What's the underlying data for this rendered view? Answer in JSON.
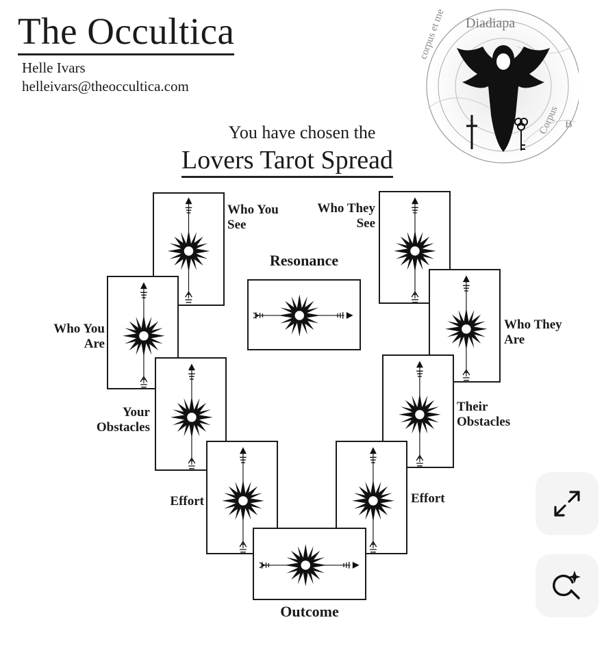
{
  "header": {
    "brand": "The Occultica",
    "author": "Helle Ivars",
    "email": "helleivars@theoccultica.com"
  },
  "spread": {
    "intro": "You have chosen the",
    "title": "Lovers Tarot Spread"
  },
  "positions": {
    "who_you_see": "Who You\nSee",
    "who_they_see": "Who They\nSee",
    "resonance": "Resonance",
    "who_you_are": "Who You\nAre",
    "who_they_are": "Who They\nAre",
    "your_obstacles": "Your\nObstacles",
    "their_obstacles": "Their\nObstacles",
    "effort_left": "Effort",
    "effort_right": "Effort",
    "outcome": "Outcome"
  },
  "emblem": {
    "text_1": "corpus et me",
    "text_2": "Diadiapa",
    "text_3": "Corpus",
    "text_4": "B"
  },
  "controls": {
    "expand_icon": "expand-icon",
    "visual_search_icon": "visual-search-icon"
  },
  "colors": {
    "ink": "#1a1a1a",
    "fab_bg": "#f4f4f4"
  }
}
